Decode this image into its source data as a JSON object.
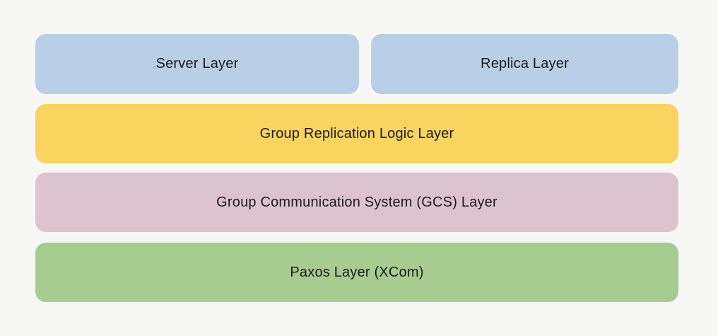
{
  "colors": {
    "background": "#f7f7f6",
    "text": "#1b1b1b",
    "blue": "#b8cfe7",
    "yellow": "#f9d45e",
    "pink": "#dcc3cd",
    "green": "#a6cd8f"
  },
  "diagram": {
    "layers": {
      "server": {
        "label": "Server Layer",
        "color": "#b8cfe7"
      },
      "replica": {
        "label": "Replica Layer",
        "color": "#b8cfe7"
      },
      "group_replication_logic": {
        "label": "Group Replication Logic Layer",
        "color": "#f9d45e"
      },
      "gcs": {
        "label": "Group Communication System (GCS) Layer",
        "color": "#dcc3cd"
      },
      "paxos": {
        "label": "Paxos Layer (XCom)",
        "color": "#a6cd8f"
      }
    }
  }
}
